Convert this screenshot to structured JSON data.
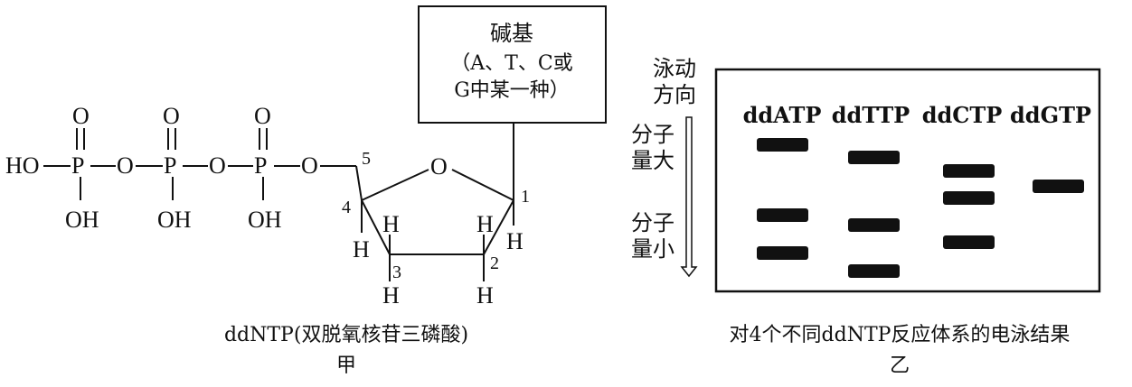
{
  "panel_a": {
    "molecule": {
      "atoms": {
        "ho_left": "HO",
        "p": "P",
        "o": "O",
        "oh": "OH",
        "ring_o": "O",
        "h": "H"
      },
      "carbon_numbers": [
        "1",
        "2",
        "3",
        "4",
        "5"
      ]
    },
    "base_box": {
      "line1": "碱基",
      "line2": "（A、T、C或",
      "line3": "G中某一种）"
    },
    "caption": "ddNTP(双脱氧核苷三磷酸)",
    "label": "甲"
  },
  "panel_b": {
    "direction_label": [
      "泳动",
      "方向"
    ],
    "large_label": [
      "分子",
      "量大"
    ],
    "small_label": [
      "分子",
      "量小"
    ],
    "lanes": [
      "ddATP",
      "ddTTP",
      "ddCTP",
      "ddGTP"
    ],
    "caption": "对4个不同ddNTP反应体系的电泳结果",
    "label": "乙"
  }
}
